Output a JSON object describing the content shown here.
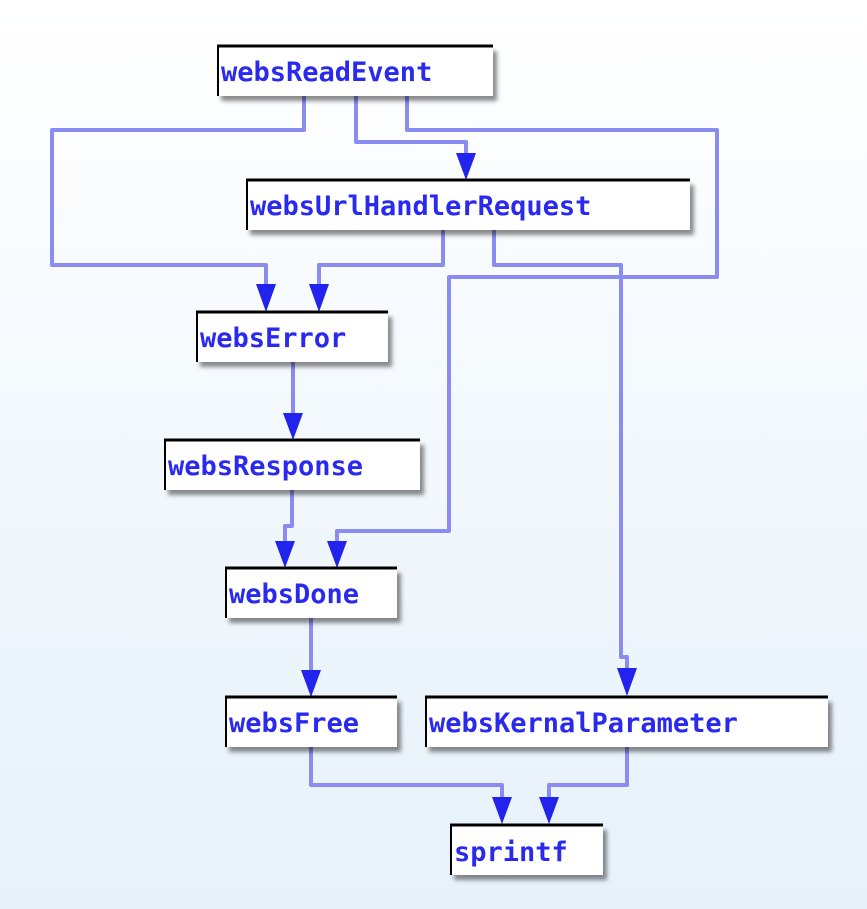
{
  "colors": {
    "label": "#2a2aef",
    "edge": "#8a8cf2",
    "arrowhead": "#2323ee",
    "node_bar": "#000000",
    "node_fill": "#ffffff"
  },
  "nodes": {
    "websReadEvent": "websReadEvent",
    "websUrlHandlerRequest": "websUrlHandlerRequest",
    "websError": "websError",
    "websResponse": "websResponse",
    "websDone": "websDone",
    "websFree": "websFree",
    "websKernalParameter": "websKernalParameter",
    "sprintf": "sprintf"
  },
  "edges": [
    {
      "from": "websReadEvent",
      "to": "websError"
    },
    {
      "from": "websReadEvent",
      "to": "websUrlHandlerRequest"
    },
    {
      "from": "websReadEvent",
      "to": "websDone"
    },
    {
      "from": "websUrlHandlerRequest",
      "to": "websError"
    },
    {
      "from": "websUrlHandlerRequest",
      "to": "websKernalParameter"
    },
    {
      "from": "websError",
      "to": "websResponse"
    },
    {
      "from": "websResponse",
      "to": "websDone"
    },
    {
      "from": "websDone",
      "to": "websFree"
    },
    {
      "from": "websFree",
      "to": "sprintf"
    },
    {
      "from": "websKernalParameter",
      "to": "sprintf"
    }
  ]
}
